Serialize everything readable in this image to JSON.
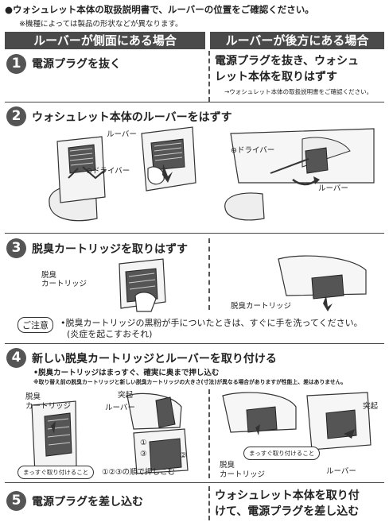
{
  "intro": "●ウォシュレット本体の取扱説明書で、ルーバーの位置をご確認ください。",
  "note": "※機種によっては製品の形状などが異なります。",
  "headers": {
    "left": "ルーバーが側面にある場合",
    "right": "ルーバーが後方にある場合"
  },
  "step1": {
    "num": "1",
    "left_text": "電源プラグを抜く",
    "right_line1": "電源プラグを抜き、ウォシュ",
    "right_line2": "レット本体を取りはずす",
    "right_note": "→ウォシュレット本体の取扱説明書をご確認ください。"
  },
  "step2": {
    "num": "2",
    "title": "ウォシュレット本体のルーバーをはずす",
    "labels": {
      "louver_left": "ルーバー",
      "driver_left": "⊖ドライバー",
      "driver_right": "⊖ドライバー",
      "louver_right": "ルーバー"
    }
  },
  "step3": {
    "num": "3",
    "title": "脱臭カートリッジを取りはずす",
    "labels": {
      "cartridge_left_1": "脱臭",
      "cartridge_left_2": "カートリッジ",
      "cartridge_right": "脱臭カートリッジ"
    }
  },
  "caution": {
    "badge": "ご注意",
    "line1": "•脱臭カートリッジの黒粉が手についたときは、すぐに手を洗ってください。",
    "line2": "(炎症を起こすおそれ)"
  },
  "step4": {
    "num": "4",
    "title": "新しい脱臭カートリッジとルーバーを取り付ける",
    "sub1": "•脱臭カートリッジはまっすぐ、確実に奥まで押し込む",
    "sub2": "※取り替え前の脱臭カートリッジと新しい脱臭カートリッジの大きさ(寸法)が異なる場合がありますが性能上、差はありません。",
    "labels": {
      "cartridge_1": "脱臭",
      "cartridge_2": "カートリッジ",
      "tab": "突起",
      "louver": "ルーバー",
      "straight_left": "まっすぐ取り付けること",
      "order": "①②③の順で押しこむ",
      "n1": "①",
      "n2": "②",
      "n3": "③",
      "straight_right": "まっすぐ取り付けること",
      "tab_right": "突起",
      "cartridge_r1": "脱臭",
      "cartridge_r2": "カートリッジ",
      "louver_right": "ルーバー"
    }
  },
  "step5": {
    "num": "5",
    "left_text": "電源プラグを差し込む",
    "right_line1": "ウォシュレット本体を取り付",
    "right_line2": "けて、電源プラグを差し込む"
  }
}
